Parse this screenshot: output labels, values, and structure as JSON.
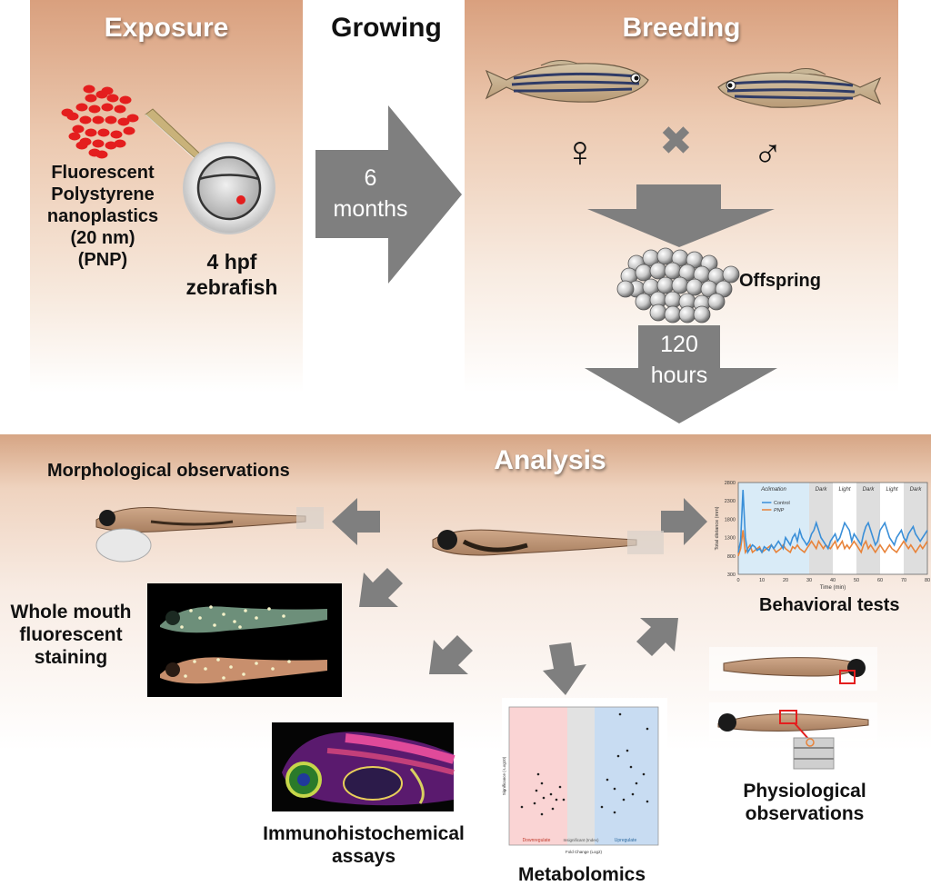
{
  "exposure": {
    "title": "Exposure",
    "particles_lines": [
      "Fluorescent",
      "Polystyrene",
      "nanoplastics",
      "(20 nm)",
      "(PNP)"
    ],
    "embryo_lines": [
      "4 hpf",
      "zebrafish"
    ]
  },
  "growing": {
    "title": "Growing",
    "duration_lines": [
      "6",
      "months"
    ]
  },
  "breeding": {
    "title": "Breeding",
    "female_symbol": "♀",
    "cross_symbol": "✖",
    "male_symbol": "♂",
    "offspring_label": "Offspring",
    "duration_lines": [
      "120",
      "hours"
    ]
  },
  "analysis": {
    "title": "Analysis",
    "morphological_label": "Morphological observations",
    "whole_mouth_lines": [
      "Whole mouth",
      "fluorescent",
      "staining"
    ],
    "behavioral_label": "Behavioral tests",
    "physiological_lines": [
      "Physiological",
      "observations"
    ],
    "immuno_lines": [
      "Immunohistochemical",
      "assays"
    ],
    "metabolomics_label": "Metabolomics"
  },
  "behavior_chart": {
    "phases": [
      "Aclimation",
      "Dark",
      "Light",
      "Dark",
      "Light",
      "Dark"
    ],
    "legend": [
      "Control",
      "PNP"
    ],
    "xlabel": "Time (min)",
    "ylabel": "Total distance (mm)",
    "xticks": [
      "0",
      "10",
      "20",
      "30",
      "40",
      "50",
      "60",
      "70",
      "80"
    ],
    "yticks": [
      "2800",
      "2300",
      "1800",
      "1300",
      "800",
      "300"
    ],
    "colors": {
      "control": "#3a8fd8",
      "pnp": "#e8833a"
    }
  },
  "volcano": {
    "left_label": "Downregulate",
    "mid_label": "Insignificant (Index)",
    "right_label": "Upregulate",
    "xlabel": "Fold Change (Log2)",
    "ylabel": "Significance (-Log10)"
  },
  "colors": {
    "arrow": "#7f7f7f",
    "particle": "#e41e1e",
    "panel_top": "#d9a07e"
  }
}
